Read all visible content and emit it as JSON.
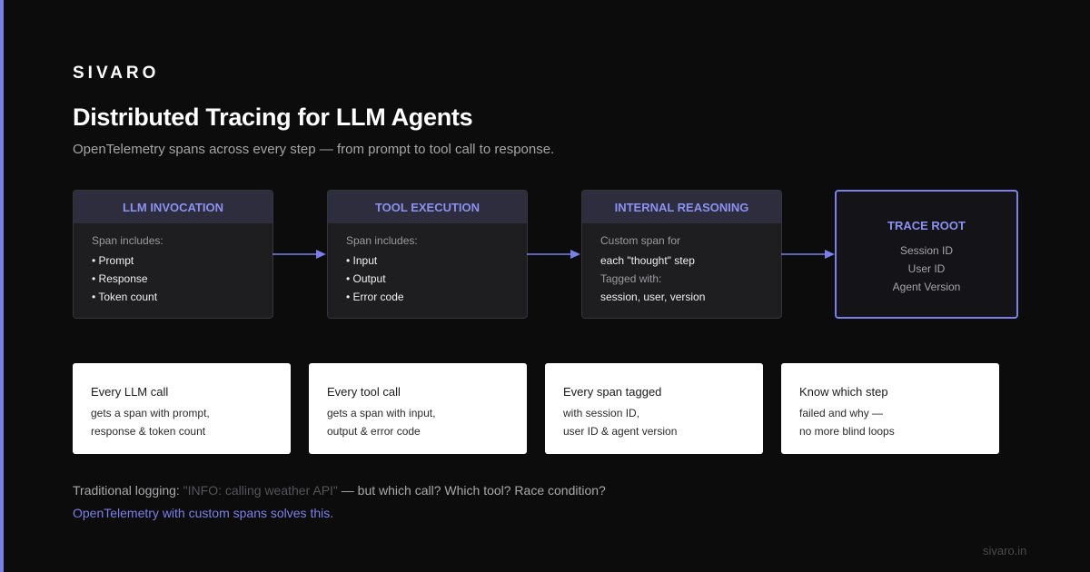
{
  "brand": "SIVARO",
  "title": "Distributed Tracing for LLM Agents",
  "subtitle": "OpenTelemetry spans across every step — from prompt to tool call to response.",
  "nodes": [
    {
      "title": "LLM INVOCATION",
      "lines": [
        {
          "text": "Span includes:",
          "muted": true
        },
        {
          "text": "• Prompt",
          "muted": false
        },
        {
          "text": "• Response",
          "muted": false
        },
        {
          "text": "• Token count",
          "muted": false
        }
      ]
    },
    {
      "title": "TOOL EXECUTION",
      "lines": [
        {
          "text": "Span includes:",
          "muted": true
        },
        {
          "text": "• Input",
          "muted": false
        },
        {
          "text": "• Output",
          "muted": false
        },
        {
          "text": "• Error code",
          "muted": false
        }
      ]
    },
    {
      "title": "INTERNAL REASONING",
      "lines": [
        {
          "text": "Custom span for",
          "muted": true
        },
        {
          "text": "each \"thought\" step",
          "muted": false
        },
        {
          "text": "Tagged with:",
          "muted": true
        },
        {
          "text": "session, user, version",
          "muted": false
        }
      ]
    }
  ],
  "root": {
    "title": "TRACE ROOT",
    "items": [
      "Session ID",
      "User ID",
      "Agent Version"
    ]
  },
  "cards": [
    {
      "title": "Every LLM call",
      "lines": [
        "gets a span with prompt,",
        "response & token count"
      ]
    },
    {
      "title": "Every tool call",
      "lines": [
        "gets a span with input,",
        "output & error code"
      ]
    },
    {
      "title": "Every span tagged",
      "lines": [
        "with session ID,",
        "user ID & agent version"
      ]
    },
    {
      "title": "Know which step",
      "lines": [
        "failed and why —",
        "no more blind loops"
      ]
    }
  ],
  "note": {
    "prefix": "Traditional logging: ",
    "quoted": "\"INFO: calling weather API\"",
    "suffix": " — but which call? Which tool? Race condition?"
  },
  "solution": "OpenTelemetry with custom spans solves this.",
  "footer_url": "sivaro.in",
  "colors": {
    "accent": "#7b80e8",
    "node_header_text": "#8b91f0",
    "background": "#0c0c0c",
    "node_background": "#1e1e21",
    "card_background": "#ffffff"
  }
}
